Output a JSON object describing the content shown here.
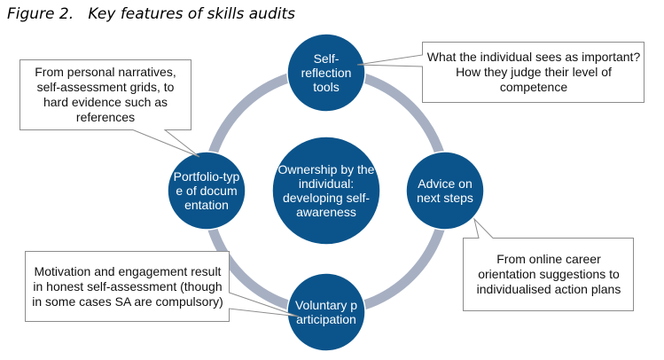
{
  "title": "Figure 2.   Key features of skills audits",
  "colors": {
    "node": "#0b548b",
    "ring": "#a7b0c2",
    "box_border": "#8c8c8c"
  },
  "center": "Ownership by the individual: developing self-awareness",
  "nodes": {
    "top": "Self-reflection tools",
    "right": "Advice on next steps",
    "bottom": "Voluntary participation",
    "left": "Portfolio-type of documentation"
  },
  "callouts": {
    "top_right": "What the individual sees as important? How they judge their level of competence",
    "top_left": "From personal narratives, self-assessment grids, to hard evidence such as references",
    "bottom_left": "Motivation and engagement result in honest self-assessment (though in some cases SA are compulsory)",
    "bottom_right": "From online career orientation suggestions to individualised action plans"
  }
}
